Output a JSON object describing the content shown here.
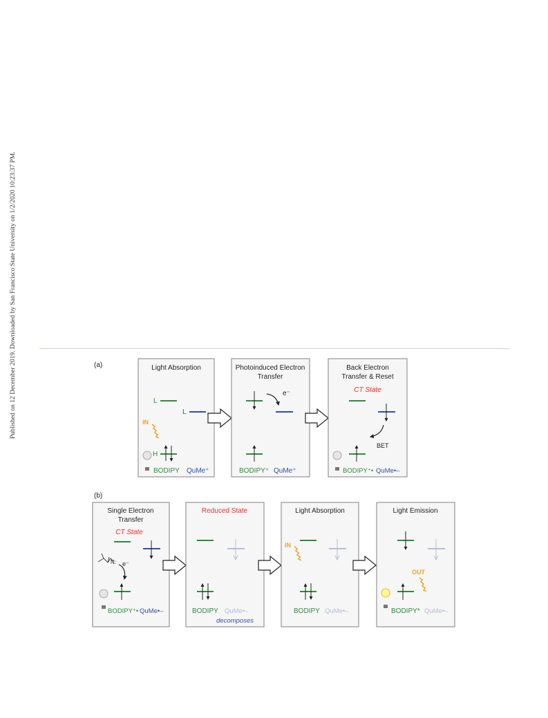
{
  "sidebar_text": "Published on 12 December 2019. Downloaded by San Francisco State University on 1/2/2020 10:23:37 PM.",
  "colors": {
    "green": "#2e8b3d",
    "blue": "#2f4fa8",
    "faded": "#b9b9dc",
    "red": "#e8322c",
    "orange": "#f0a21c",
    "box_border": "#808080",
    "box_fill": "#f6f6f6"
  },
  "panel_a": {
    "label": "(a)",
    "box1": {
      "title": "Light Absorption",
      "lumo_label": "L",
      "lumo2_label": "L",
      "homo_label": "H",
      "in_label": "IN",
      "donor": "BODIPY",
      "acceptor": "QuMe⁺"
    },
    "box2": {
      "title_line1": "Photoinduced Electron",
      "title_line2": "Transfer",
      "electron": "e⁻",
      "donor": "BODIPY⁺",
      "acceptor": "QuMe⁺"
    },
    "box3": {
      "title_line1": "Back Electron",
      "title_line2": "Transfer & Reset",
      "state": "CT State",
      "bet": "BET",
      "donor": "BODIPY⁺•",
      "acceptor": "QuMe•–"
    }
  },
  "panel_b": {
    "label": "(b)",
    "box1": {
      "title_line1": "Single Electron",
      "title_line2": "Transfer",
      "state": "CT State",
      "electron": "e⁻",
      "amine": "N:",
      "donor": "BODIPY⁺•",
      "acceptor": "QuMe•–"
    },
    "box2": {
      "title": "Reduced State",
      "donor": "BODIPY",
      "acceptor": "QuMe•–",
      "note": "decomposes"
    },
    "box3": {
      "title": "Light Absorption",
      "in_label": "IN",
      "donor": "BODIPY",
      "acceptor": "QuMe•–"
    },
    "box4": {
      "title": "Light Emission",
      "out_label": "OUT",
      "donor": "BODIPY*",
      "acceptor": "QuMe•–"
    }
  }
}
